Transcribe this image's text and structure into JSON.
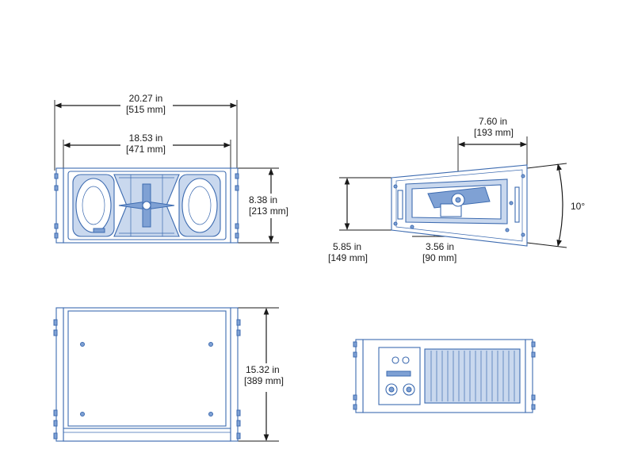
{
  "colors": {
    "line_art": "#3d6bb0",
    "line_art_fill": "#c9d8ee",
    "dimension": "#1a1a1a",
    "background": "#ffffff"
  },
  "front_view": {
    "overall_width": {
      "in": "20.27 in",
      "mm": "[515 mm]"
    },
    "cabinet_width": {
      "in": "18.53 in",
      "mm": "[471 mm]"
    },
    "height": {
      "in": "8.38 in",
      "mm": "[213 mm]"
    }
  },
  "side_view": {
    "rigging_depth": {
      "in": "7.60 in",
      "mm": "[193 mm]"
    },
    "angle": "10°",
    "front_height": {
      "in": "5.85 in",
      "mm": "[149 mm]"
    },
    "rear_height": {
      "in": "3.56 in",
      "mm": "[90 mm]"
    }
  },
  "top_view": {
    "depth": {
      "in": "15.32 in",
      "mm": "[389 mm]"
    }
  }
}
